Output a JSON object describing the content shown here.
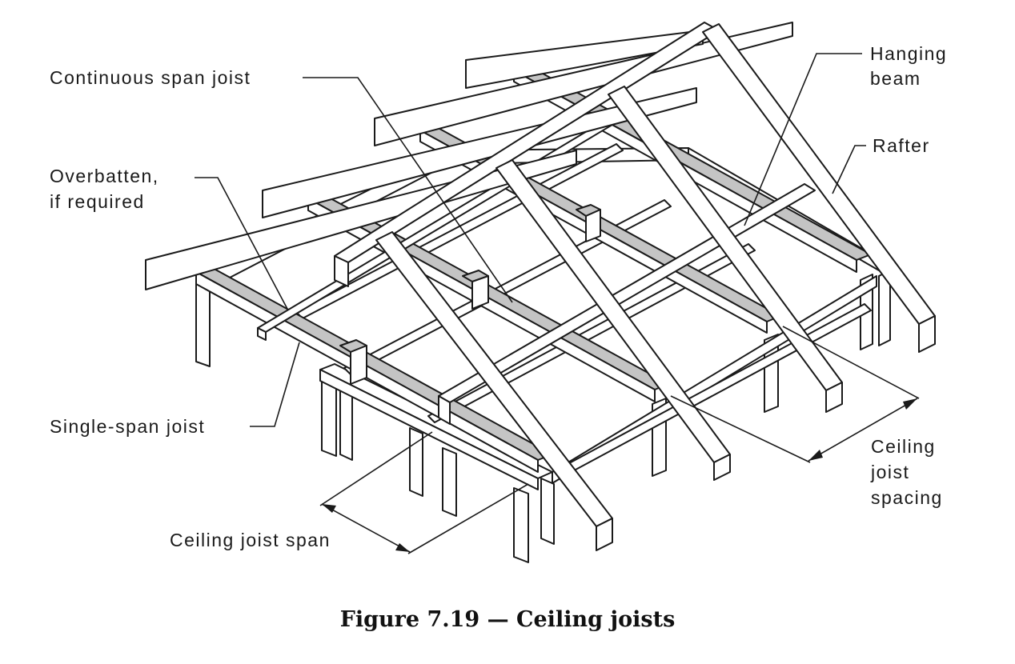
{
  "callouts": {
    "continuous_span_joist": "Continuous span joist",
    "hanging_beam_line1": "Hanging",
    "hanging_beam_line2": "beam",
    "rafter": "Rafter",
    "overbatten_line1": "Overbatten,",
    "overbatten_line2": "if required",
    "single_span_joist": "Single-span joist",
    "ceiling_joist_spacing_line1": "Ceiling",
    "ceiling_joist_spacing_line2": "joist",
    "ceiling_joist_spacing_line3": "spacing",
    "ceiling_joist_span": "Ceiling joist span"
  },
  "caption": "Figure 7.19 — Ceiling joists",
  "colors": {
    "line": "#1a1a1a",
    "joist_fill": "#c4c4c4",
    "timber_fill": "#ffffff",
    "background": "#ffffff"
  }
}
